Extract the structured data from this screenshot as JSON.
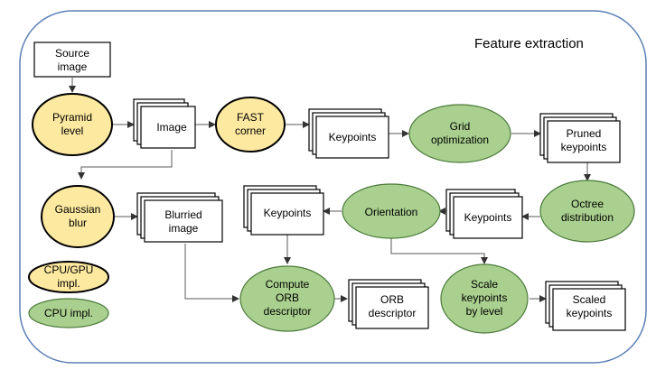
{
  "title": "Feature extraction",
  "nodes": {
    "source_image": [
      "Source",
      "image"
    ],
    "pyramid_level": [
      "Pyramid",
      "level"
    ],
    "image": [
      "Image"
    ],
    "fast_corner": [
      "FAST",
      "corner"
    ],
    "keypoints_1": [
      "Keypoints"
    ],
    "grid_optimization": [
      "Grid",
      "optimization"
    ],
    "pruned_keypoints": [
      "Pruned",
      "keypoints"
    ],
    "octree_distribution": [
      "Octree",
      "distribution"
    ],
    "keypoints_2": [
      "Keypoints"
    ],
    "orientation": [
      "Orientation"
    ],
    "keypoints_3": [
      "Keypoints"
    ],
    "gaussian_blur": [
      "Gaussian",
      "blur"
    ],
    "blurried_image": [
      "Blurried",
      "image"
    ],
    "compute_orb": [
      "Compute",
      "ORB",
      "descriptor"
    ],
    "orb_descriptor": [
      "ORB",
      "descriptor"
    ],
    "scale_keypoints": [
      "Scale",
      "keypoints",
      "by level"
    ],
    "scaled_keypoints": [
      "Scaled",
      "keypoints"
    ]
  },
  "legend": {
    "cpu_gpu": [
      "CPU/GPU",
      "impl."
    ],
    "cpu": [
      "CPU impl."
    ]
  },
  "colors": {
    "cpu_gpu_fill": "#fde9a0",
    "cpu_fill": "#a9d08e",
    "outline": "#5b7fb5"
  }
}
